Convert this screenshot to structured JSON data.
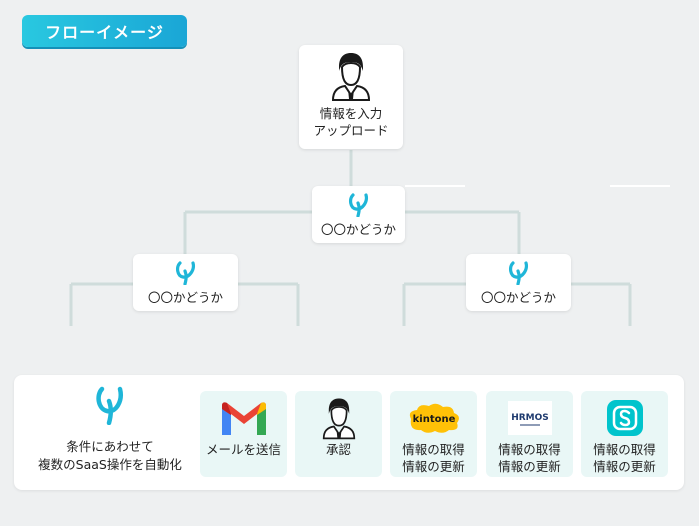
{
  "badge": "フローイメージ",
  "top_node": {
    "line1": "情報を入力",
    "line2": "アップロード"
  },
  "mid_node": {
    "label": "〇〇かどうか"
  },
  "left_node": {
    "label": "〇〇かどうか"
  },
  "right_node": {
    "label": "〇〇かどうか"
  },
  "panel": {
    "title_line1": "条件にあわせて",
    "title_line2": "複数のSaaS操作を自動化",
    "tiles": [
      {
        "icon": "gmail-icon",
        "line1": "メールを送信",
        "line2": ""
      },
      {
        "icon": "person-icon",
        "line1": "承認",
        "line2": ""
      },
      {
        "icon": "kintone-icon",
        "logo_text": "kintone",
        "line1": "情報の取得",
        "line2": "情報の更新"
      },
      {
        "icon": "hrmos-icon",
        "logo_text": "HRMOS",
        "line1": "情報の取得",
        "line2": "情報の更新"
      },
      {
        "icon": "smarthr-icon",
        "line1": "情報の取得",
        "line2": "情報の更新"
      }
    ]
  },
  "colors": {
    "accent": "#1fb6d8",
    "connector": "#cfdcdb",
    "tile_bg": "#e9f7f6"
  }
}
